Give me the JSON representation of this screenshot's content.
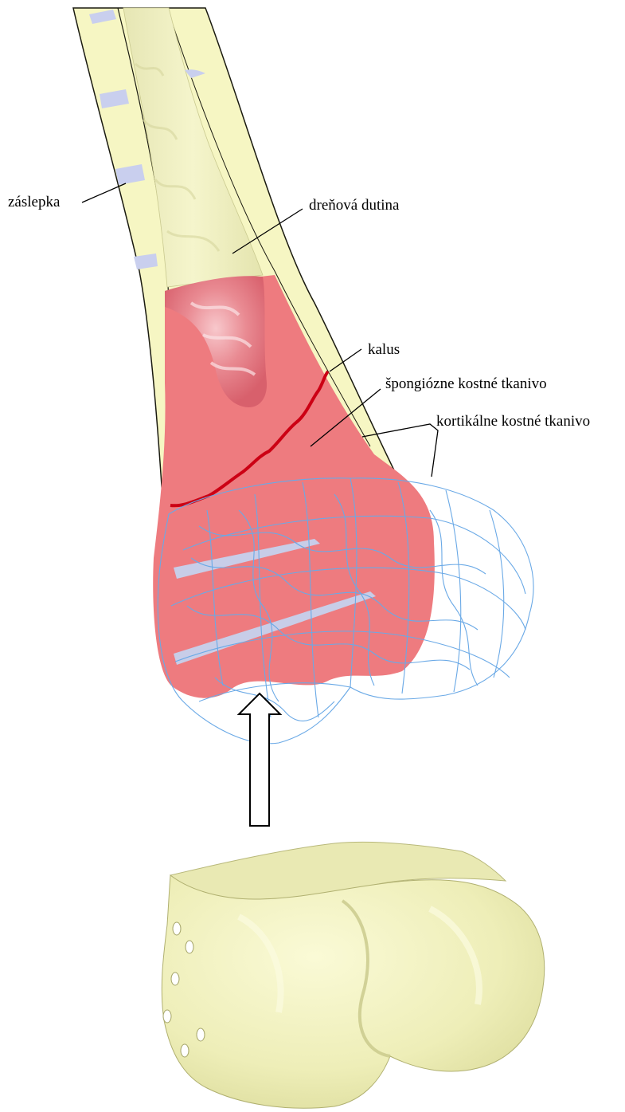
{
  "labels": {
    "plug": "záslepka",
    "medullary_cavity": "dreňová dutina",
    "callus": "kalus",
    "cancellous_bone": "špongiózne kostné tkanivo",
    "cortical_bone": "kortikálne kostné tkanivo"
  },
  "colors": {
    "cortical_bone": "#f6f6c3",
    "cortical_outline": "#1a1a10",
    "medullary_cavity": "#eeeec0",
    "cancellous_bone": "#ee7b7f",
    "callus_line": "#cc0014",
    "plug_insert": "#c9cfee",
    "screw": "#c8cde8",
    "wireframe": "#6aa9e6",
    "arrow": "#000000"
  }
}
